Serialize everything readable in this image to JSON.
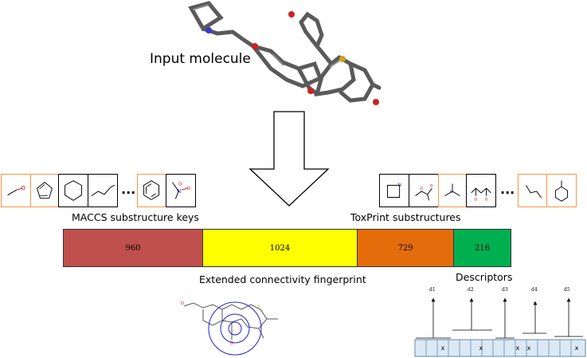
{
  "labels": {
    "input_molecule": "Input molecule",
    "maccs": "MACCS substructure keys",
    "toxprint": "ToxPrint substructures",
    "ecfp": "Extended connectivity fingerprint",
    "descriptors": "Descriptors"
  },
  "segments": [
    {
      "id": "maccs",
      "value": "960",
      "color": "#c0504d"
    },
    {
      "id": "ecfp",
      "value": "1024",
      "color": "#ffff00"
    },
    {
      "id": "toxprint",
      "value": "729",
      "color": "#e46c0a"
    },
    {
      "id": "descriptors",
      "value": "216",
      "color": "#00b050"
    }
  ],
  "ellipsis": "...",
  "descriptor_labels": [
    "d1",
    "d2",
    "d3",
    "d4",
    "d5"
  ],
  "descriptor_mark": "x",
  "colors": {
    "orange_border": "#f79646",
    "black_border": "#000000",
    "cell_fill": "#dbe9f7",
    "ring": "#2222cc"
  }
}
